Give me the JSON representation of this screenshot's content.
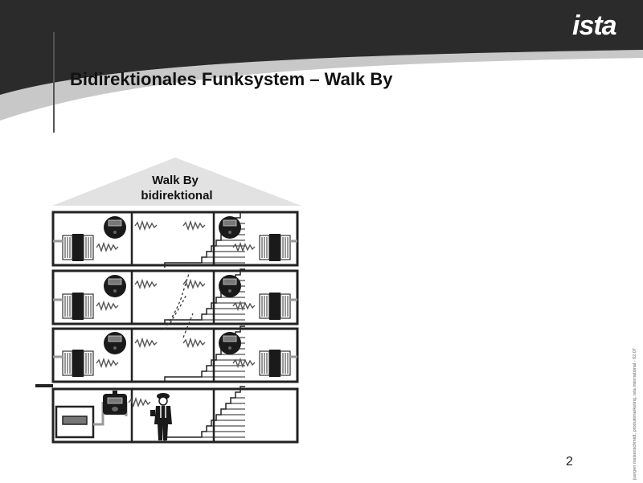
{
  "header": {
    "logo_text": "ista",
    "title": "Bidirektionales Funksystem – Walk By"
  },
  "diagram": {
    "roof_label_line1": "Walk By",
    "roof_label_line2": "bidirektional"
  },
  "footer": {
    "page_number": "2",
    "side_note": "juergen meisenschmidt, produktmarketing, ista international - 02.07"
  },
  "colors": {
    "header_band": "#2b2b2b",
    "swoosh": "#c8c8c8",
    "device_dark": "#1a1a1a",
    "wave": "#555555"
  },
  "icons": [
    "ista-logo",
    "radiator-icon",
    "heat-cost-allocator-icon",
    "data-collector-icon",
    "meter-technician-icon",
    "radio-wave-icon",
    "staircase-icon"
  ]
}
